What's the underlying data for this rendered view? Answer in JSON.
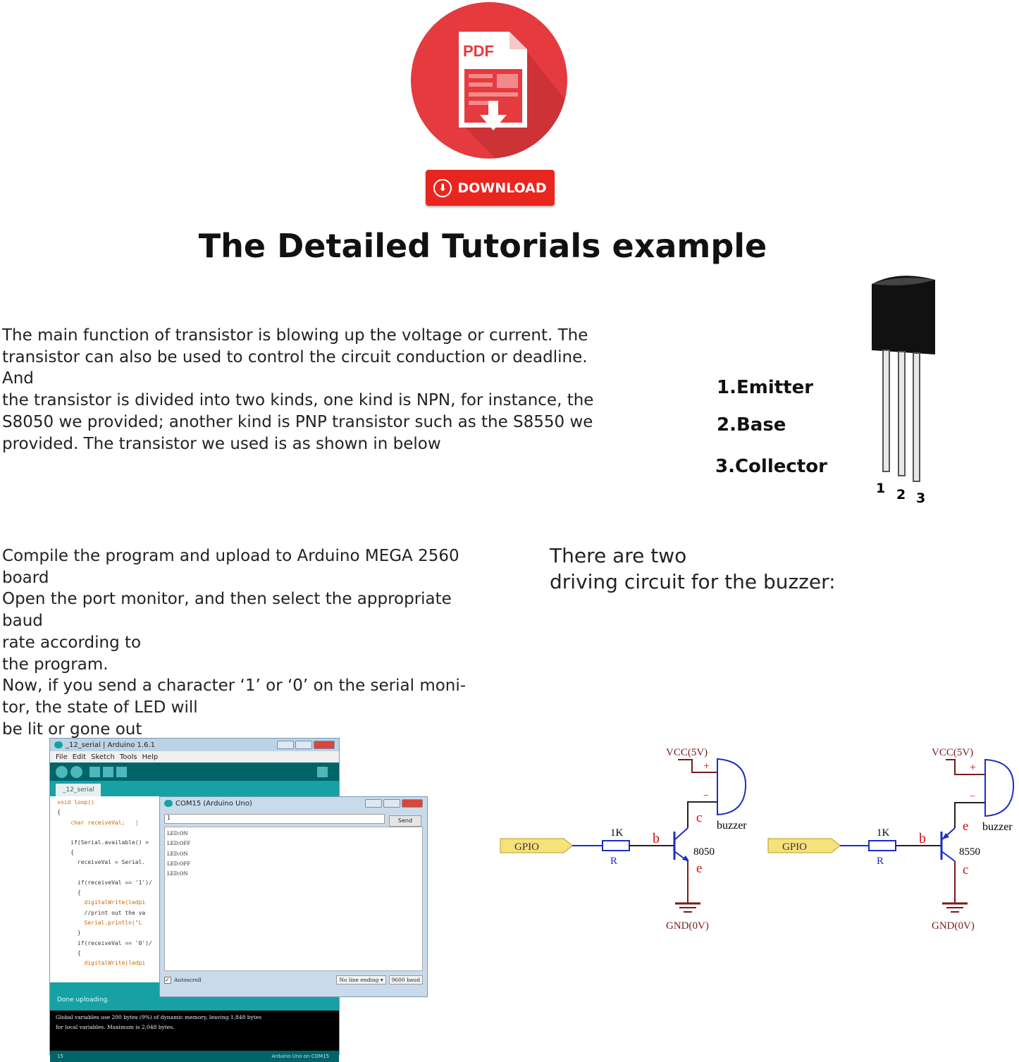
{
  "header": {
    "pdf_label": "PDF",
    "download_label": "DOWNLOAD",
    "title": "The Detailed Tutorials example"
  },
  "intro": {
    "text": "The main function of transistor is blowing up the voltage or current. The\ntransistor can also be used to control the circuit conduction or deadline.\nAnd\nthe transistor is divided into two kinds, one kind is NPN, for instance, the\nS8050 we provided; another kind is PNP transistor such as the S8550 we\nprovided. The transistor we used is as shown in below"
  },
  "transistor": {
    "pins": [
      "1.Emitter",
      "2.Base",
      "3.Collector"
    ],
    "pin_numbers": [
      "1",
      "2",
      "3"
    ]
  },
  "instructions": {
    "text": "Compile the program and upload to Arduino MEGA 2560 board\nOpen the port monitor, and then select the appropriate baud\nrate according to\nthe program.\nNow, if you send a character ‘1’ or ‘0’ on the serial moni-\ntor, the state of LED will\nbe lit or gone out",
    "circuit_intro": "There are two\ndriving circuit for the buzzer:"
  },
  "ide": {
    "title": "_12_serial | Arduino 1.6.1",
    "menu": [
      "File",
      "Edit",
      "Sketch",
      "Tools",
      "Help"
    ],
    "tab": "_12_serial",
    "code": [
      "void loop()",
      "{",
      "    char receiveVal;   |",
      "",
      "    if(Serial.available() >",
      "    {",
      "      receiveVal = Serial.",
      "",
      "      if(receiveVal == '1')/",
      "      {",
      "        digitalWrite(ledpi",
      "        //print out the va",
      "        Serial.println(\"L",
      "      }",
      "      if(receiveVal == '0')/",
      "      {",
      "        digitalWrite(ledpi"
    ],
    "status": "Done uploading.",
    "console": [
      "Global variables use 200 bytes (9%) of dynamic memory, leaving 1,848 bytes",
      "for local variables. Maximum is 2,048 bytes."
    ],
    "line": "15",
    "board": "Arduino Uno on COM15"
  },
  "serial_monitor": {
    "title": "COM15 (Arduino Uno)",
    "input": "1",
    "send": "Send",
    "output": [
      "LED:ON",
      "LED:OFF",
      "LED:ON",
      "LED:OFF",
      "LED:ON"
    ],
    "autoscroll": "Autoscroll",
    "line_ending": "No line ending",
    "baud": "9600 baud"
  },
  "circuits": [
    {
      "vcc": "VCC(5V)",
      "gnd": "GND(0V)",
      "gpio": "GPIO",
      "resistor_value": "1K",
      "resistor": "R",
      "buzzer": "buzzer",
      "transistor": "8050",
      "base": "b",
      "top_pin": "c",
      "bottom_pin": "e",
      "plus": "+",
      "minus": "−"
    },
    {
      "vcc": "VCC(5V)",
      "gnd": "GND(0V)",
      "gpio": "GPIO",
      "resistor_value": "1K",
      "resistor": "R",
      "buzzer": "buzzer",
      "transistor": "8550",
      "base": "b",
      "top_pin": "e",
      "bottom_pin": "c",
      "plus": "+",
      "minus": "−"
    }
  ],
  "colors": {
    "pdf_red": "#e53a3e",
    "button_red": "#e8261f",
    "arduino_teal": "#006468",
    "schematic_blue": "#1a2fbf",
    "label_red": "#d01010"
  }
}
